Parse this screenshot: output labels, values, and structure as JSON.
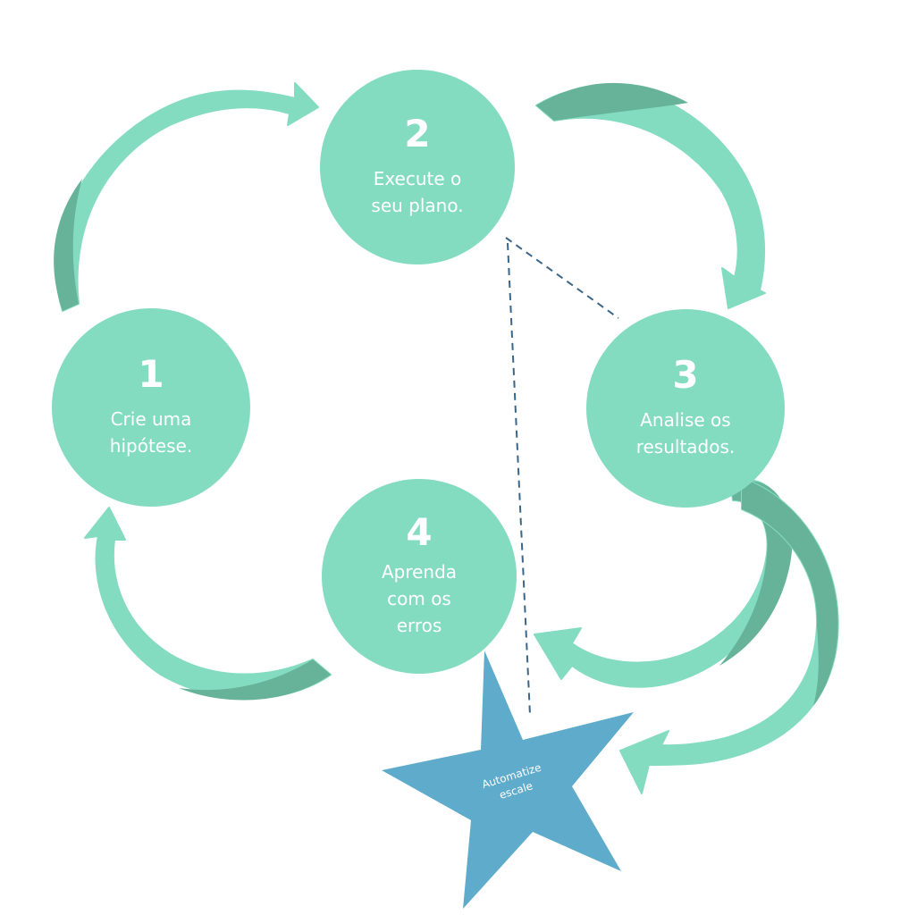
{
  "colors": {
    "circle_fill": "#84dcc0",
    "arrow_light": "#84dcc0",
    "arrow_dark": "#66b39a",
    "star_fill": "#5eabcb",
    "dashed_line": "#3b6688",
    "text": "#ffffff"
  },
  "steps": [
    {
      "number": "1",
      "text": "Crie uma\nhipótese."
    },
    {
      "number": "2",
      "text": "Execute o\nseu plano."
    },
    {
      "number": "3",
      "text": "Analise os\nresultados."
    },
    {
      "number": "4",
      "text": "Aprenda\ncom os\nerros"
    }
  ],
  "star": {
    "text": "Automatize\nescale"
  }
}
